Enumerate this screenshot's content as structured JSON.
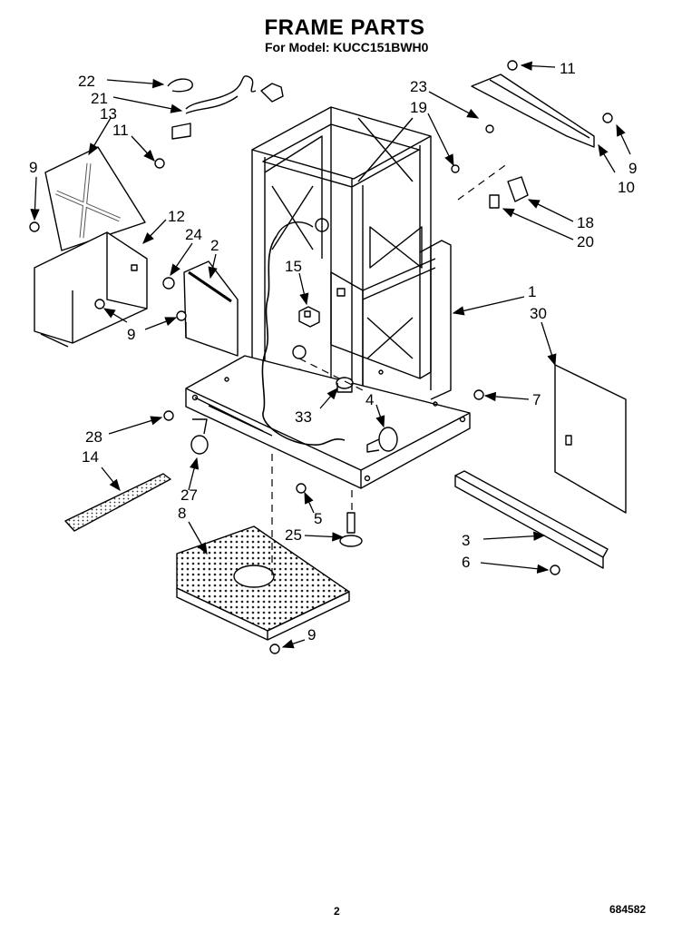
{
  "title": "FRAME PARTS",
  "subtitle": "For Model: KUCC151BWH0",
  "callouts": {
    "c1": "1",
    "c2": "2",
    "c3": "3",
    "c4": "4",
    "c5": "5",
    "c6": "6",
    "c7": "7",
    "c8": "8",
    "c9a": "9",
    "c9b": "9",
    "c9c": "9",
    "c9d": "9",
    "c10": "10",
    "c11a": "11",
    "c11b": "11",
    "c12": "12",
    "c13": "13",
    "c14": "14",
    "c15": "15",
    "c18": "18",
    "c19": "19",
    "c20": "20",
    "c21": "21",
    "c22": "22",
    "c23": "23",
    "c24": "24",
    "c25": "25",
    "c27": "27",
    "c28": "28",
    "c30": "30",
    "c33": "33"
  },
  "footer": {
    "page": "2",
    "code": "684582"
  }
}
